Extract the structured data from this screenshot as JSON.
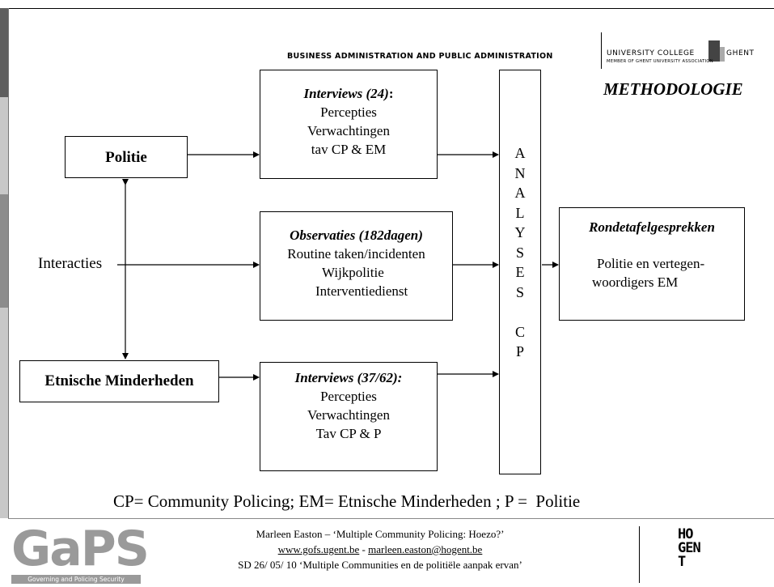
{
  "header": {
    "business_admin": "BUSINESS ADMINISTRATION AND PUBLIC ADMINISTRATION",
    "university_college": "UNIVERSITY COLLEGE",
    "ghent": "GHENT",
    "member_of": "MEMBER OF GHENT UNIVERSITY ASSOCIATION",
    "section_title": "METHODOLOGIE"
  },
  "diagram": {
    "politie": "Politie",
    "etnische": "Etnische Minderheden",
    "interacties": "Interacties",
    "interviews_top": {
      "title": "Interviews (24)",
      "colon": ":",
      "lines": [
        "Percepties",
        "Verwachtingen",
        "tav CP & EM"
      ]
    },
    "observaties": {
      "title": "Observaties (182dagen)",
      "line1": "Routine taken/incidenten",
      "line2": "Wijkpolitie",
      "line3": "Interventiedienst"
    },
    "interviews_bottom": {
      "title": "Interviews (37/62):",
      "lines": [
        "Percepties",
        "Verwachtingen",
        "Tav CP & P"
      ]
    },
    "analyses_letters": [
      "A",
      "N",
      "A",
      "L",
      "Y",
      "S",
      "E",
      "S",
      "",
      "C",
      "P"
    ],
    "ronde": {
      "title": "Rondetafelgesprekken",
      "line1": "Politie en vertegen-",
      "line2": "woordigers EM"
    }
  },
  "legend": "CP= Community Policing; EM= Etnische Minderheden ; P =  Politie",
  "footer": {
    "logo_text": "GaPS",
    "logo_sub": "Governing and Policing Security",
    "line1": "Marleen Easton – ‘Multiple Community Policing: Hoezo?’",
    "link1": "www.gofs.ugent.be",
    "sep": " - ",
    "link2": "marleen.easton@hogent.be",
    "line3": "SD 26/ 05/ 10  ‘Multiple Communities en de politiële aanpak ervan’",
    "hogent_logo": "HO GENT"
  },
  "colors": {
    "strip_dark": "#5f5f5f",
    "strip_mid": "#8c8c8c",
    "strip_light": "#c8c8c8",
    "gaps_logo": "#9a9a9a"
  }
}
